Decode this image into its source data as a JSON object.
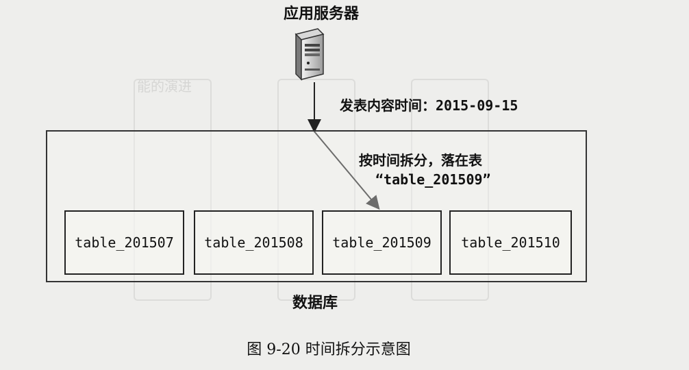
{
  "server": {
    "label": "应用服务器",
    "icon": "server-icon"
  },
  "request_label": "发表内容时间：2015-09-15",
  "route_note": {
    "line1": "按时间拆分，落在表",
    "line2": "“table_201509”"
  },
  "database": {
    "label": "数据库"
  },
  "tables": [
    {
      "name": "table_201507"
    },
    {
      "name": "table_201508"
    },
    {
      "name": "table_201509"
    },
    {
      "name": "table_201510"
    }
  ],
  "caption": "图 9-20   时间拆分示意图"
}
